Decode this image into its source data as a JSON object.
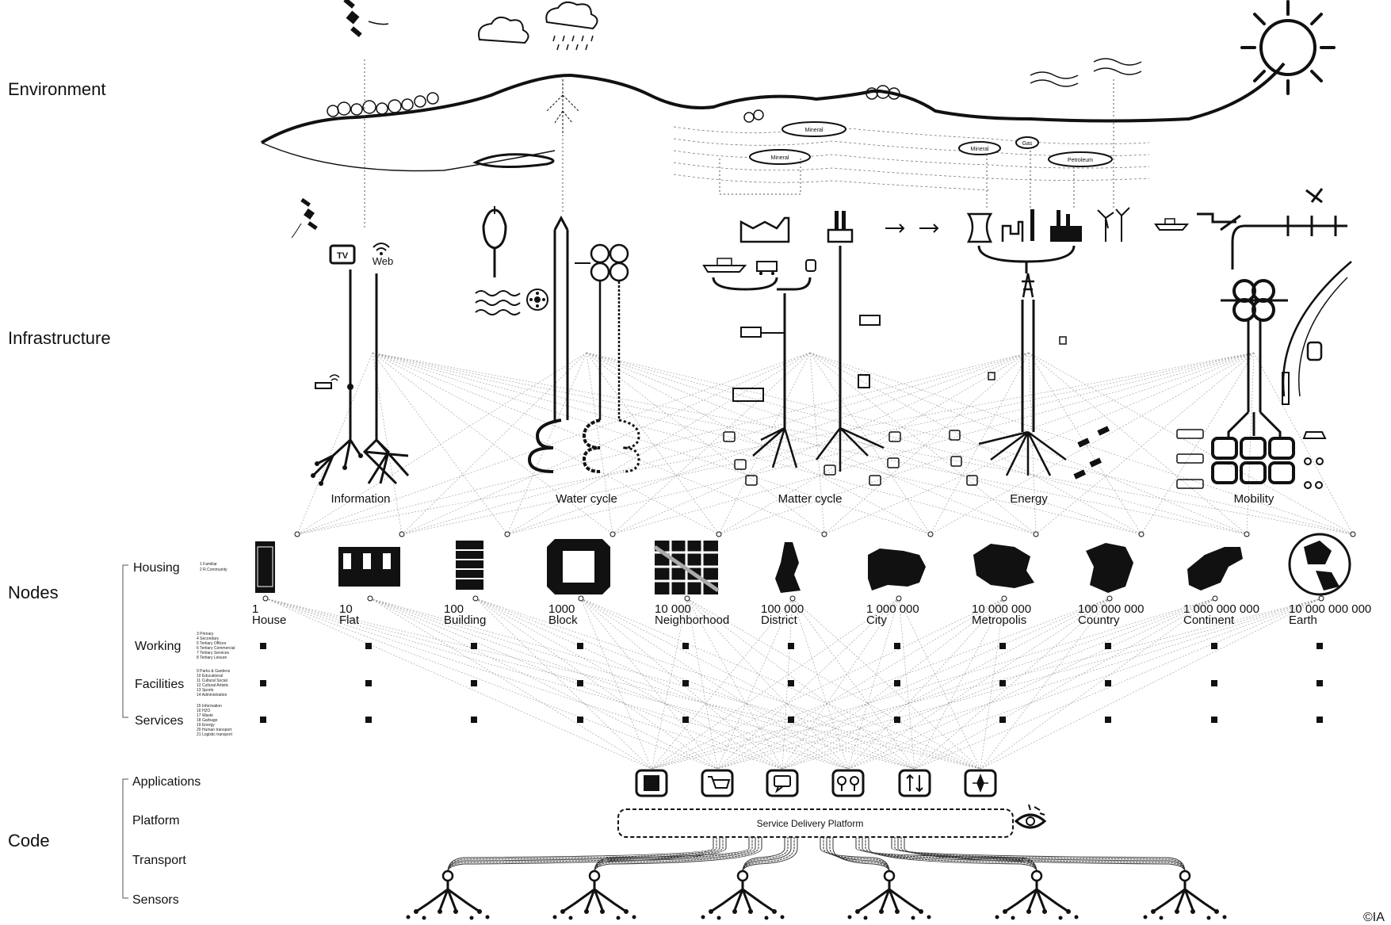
{
  "layers": [
    {
      "id": "environment",
      "label": "Environment"
    },
    {
      "id": "infrastructure",
      "label": "Infrastructure"
    },
    {
      "id": "nodes",
      "label": "Nodes"
    },
    {
      "id": "code",
      "label": "Code"
    }
  ],
  "environment": {
    "deposits": [
      "Mineral",
      "Mineral",
      "Mineral",
      "Gas",
      "Petroleum"
    ]
  },
  "infrastructure": {
    "systems": [
      {
        "id": "information",
        "label": "Information",
        "icons": [
          "TV",
          "Web"
        ]
      },
      {
        "id": "water-cycle",
        "label": "Water cycle"
      },
      {
        "id": "matter-cycle",
        "label": "Matter cycle"
      },
      {
        "id": "energy",
        "label": "Energy"
      },
      {
        "id": "mobility",
        "label": "Mobility"
      }
    ]
  },
  "nodes": {
    "categories": [
      {
        "id": "housing",
        "label": "Housing",
        "items": [
          "1 Familiar",
          "2 R.Community"
        ]
      },
      {
        "id": "working",
        "label": "Working",
        "items": [
          "3 Primary",
          "4 Secondary",
          "5 Tertiary Offices",
          "6 Tertiary Commercial",
          "7 Tertiary Services",
          "8 Tertiary Leisure"
        ]
      },
      {
        "id": "facilities",
        "label": "Facilities",
        "items": [
          "9 Parks & Gardens",
          "10 Educational",
          "11 Cultural Social",
          "12 Cultural Artistic",
          "13 Sports",
          "14 Administration"
        ]
      },
      {
        "id": "services",
        "label": "Services",
        "items": [
          "15 Information",
          "16 H2O",
          "17 Waste",
          "18 Garbage",
          "19 Energy",
          "20 Human transport",
          "21 Logistic transport"
        ]
      }
    ],
    "scales": [
      {
        "number": "1",
        "name": "House"
      },
      {
        "number": "10",
        "name": "Flat"
      },
      {
        "number": "100",
        "name": "Building"
      },
      {
        "number": "1000",
        "name": "Block"
      },
      {
        "number": "10 000",
        "name": "Neighborhood"
      },
      {
        "number": "100 000",
        "name": "District"
      },
      {
        "number": "1 000 000",
        "name": "City"
      },
      {
        "number": "10 000 000",
        "name": "Metropolis"
      },
      {
        "number": "100 000 000",
        "name": "Country"
      },
      {
        "number": "1 000 000 000",
        "name": "Continent"
      },
      {
        "number": "10 000 000 000",
        "name": "Earth"
      }
    ]
  },
  "code": {
    "levels": [
      {
        "id": "applications",
        "label": "Applications"
      },
      {
        "id": "platform",
        "label": "Platform"
      },
      {
        "id": "transport",
        "label": "Transport"
      },
      {
        "id": "sensors",
        "label": "Sensors"
      }
    ],
    "platform_label": "Service Delivery Platform",
    "applications": [
      "housing-app-icon",
      "cart-icon",
      "chat-icon",
      "trees-icon",
      "arrows-icon",
      "compass-icon"
    ]
  },
  "copyright": "©IA"
}
